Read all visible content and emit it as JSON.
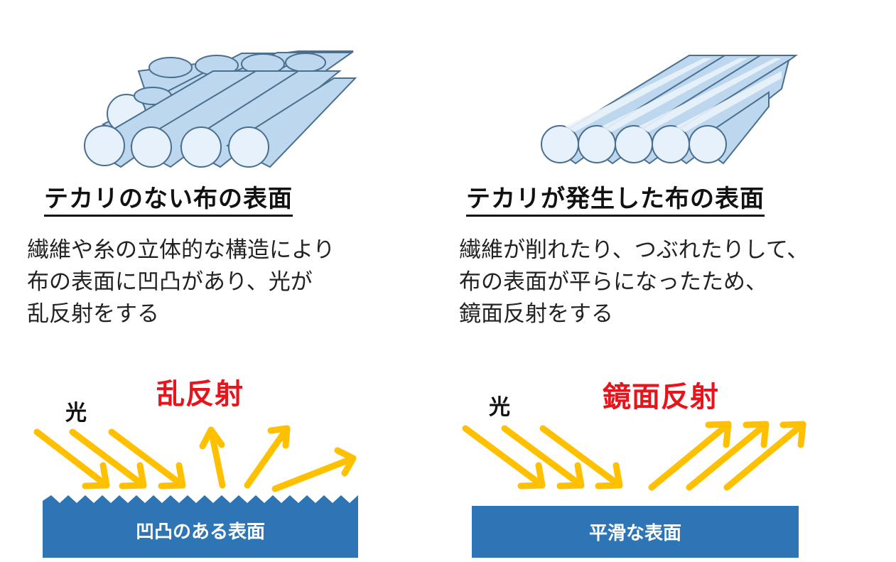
{
  "left": {
    "title": "テカリのない布の表面",
    "description": [
      "繊維や糸の立体的な構造により",
      "布の表面に凹凸があり、光が",
      "乱反射をする"
    ],
    "light_label": "光",
    "reflection_label": "乱反射",
    "surface_label": "凹凸のある表面"
  },
  "right": {
    "title": "テカリが発生した布の表面",
    "description": [
      "繊維が削れたり、つぶれたりして、",
      "布の表面が平らになったため、",
      "鏡面反射をする"
    ],
    "light_label": "光",
    "reflection_label": "鏡面反射",
    "surface_label": "平滑な表面"
  },
  "colors": {
    "arrow": "#ffc000",
    "surface": "#2e75b6",
    "reflection_text": "#e8141b",
    "fiber_fill": "#bdd7ee",
    "fiber_end": "#e6f1fb"
  }
}
